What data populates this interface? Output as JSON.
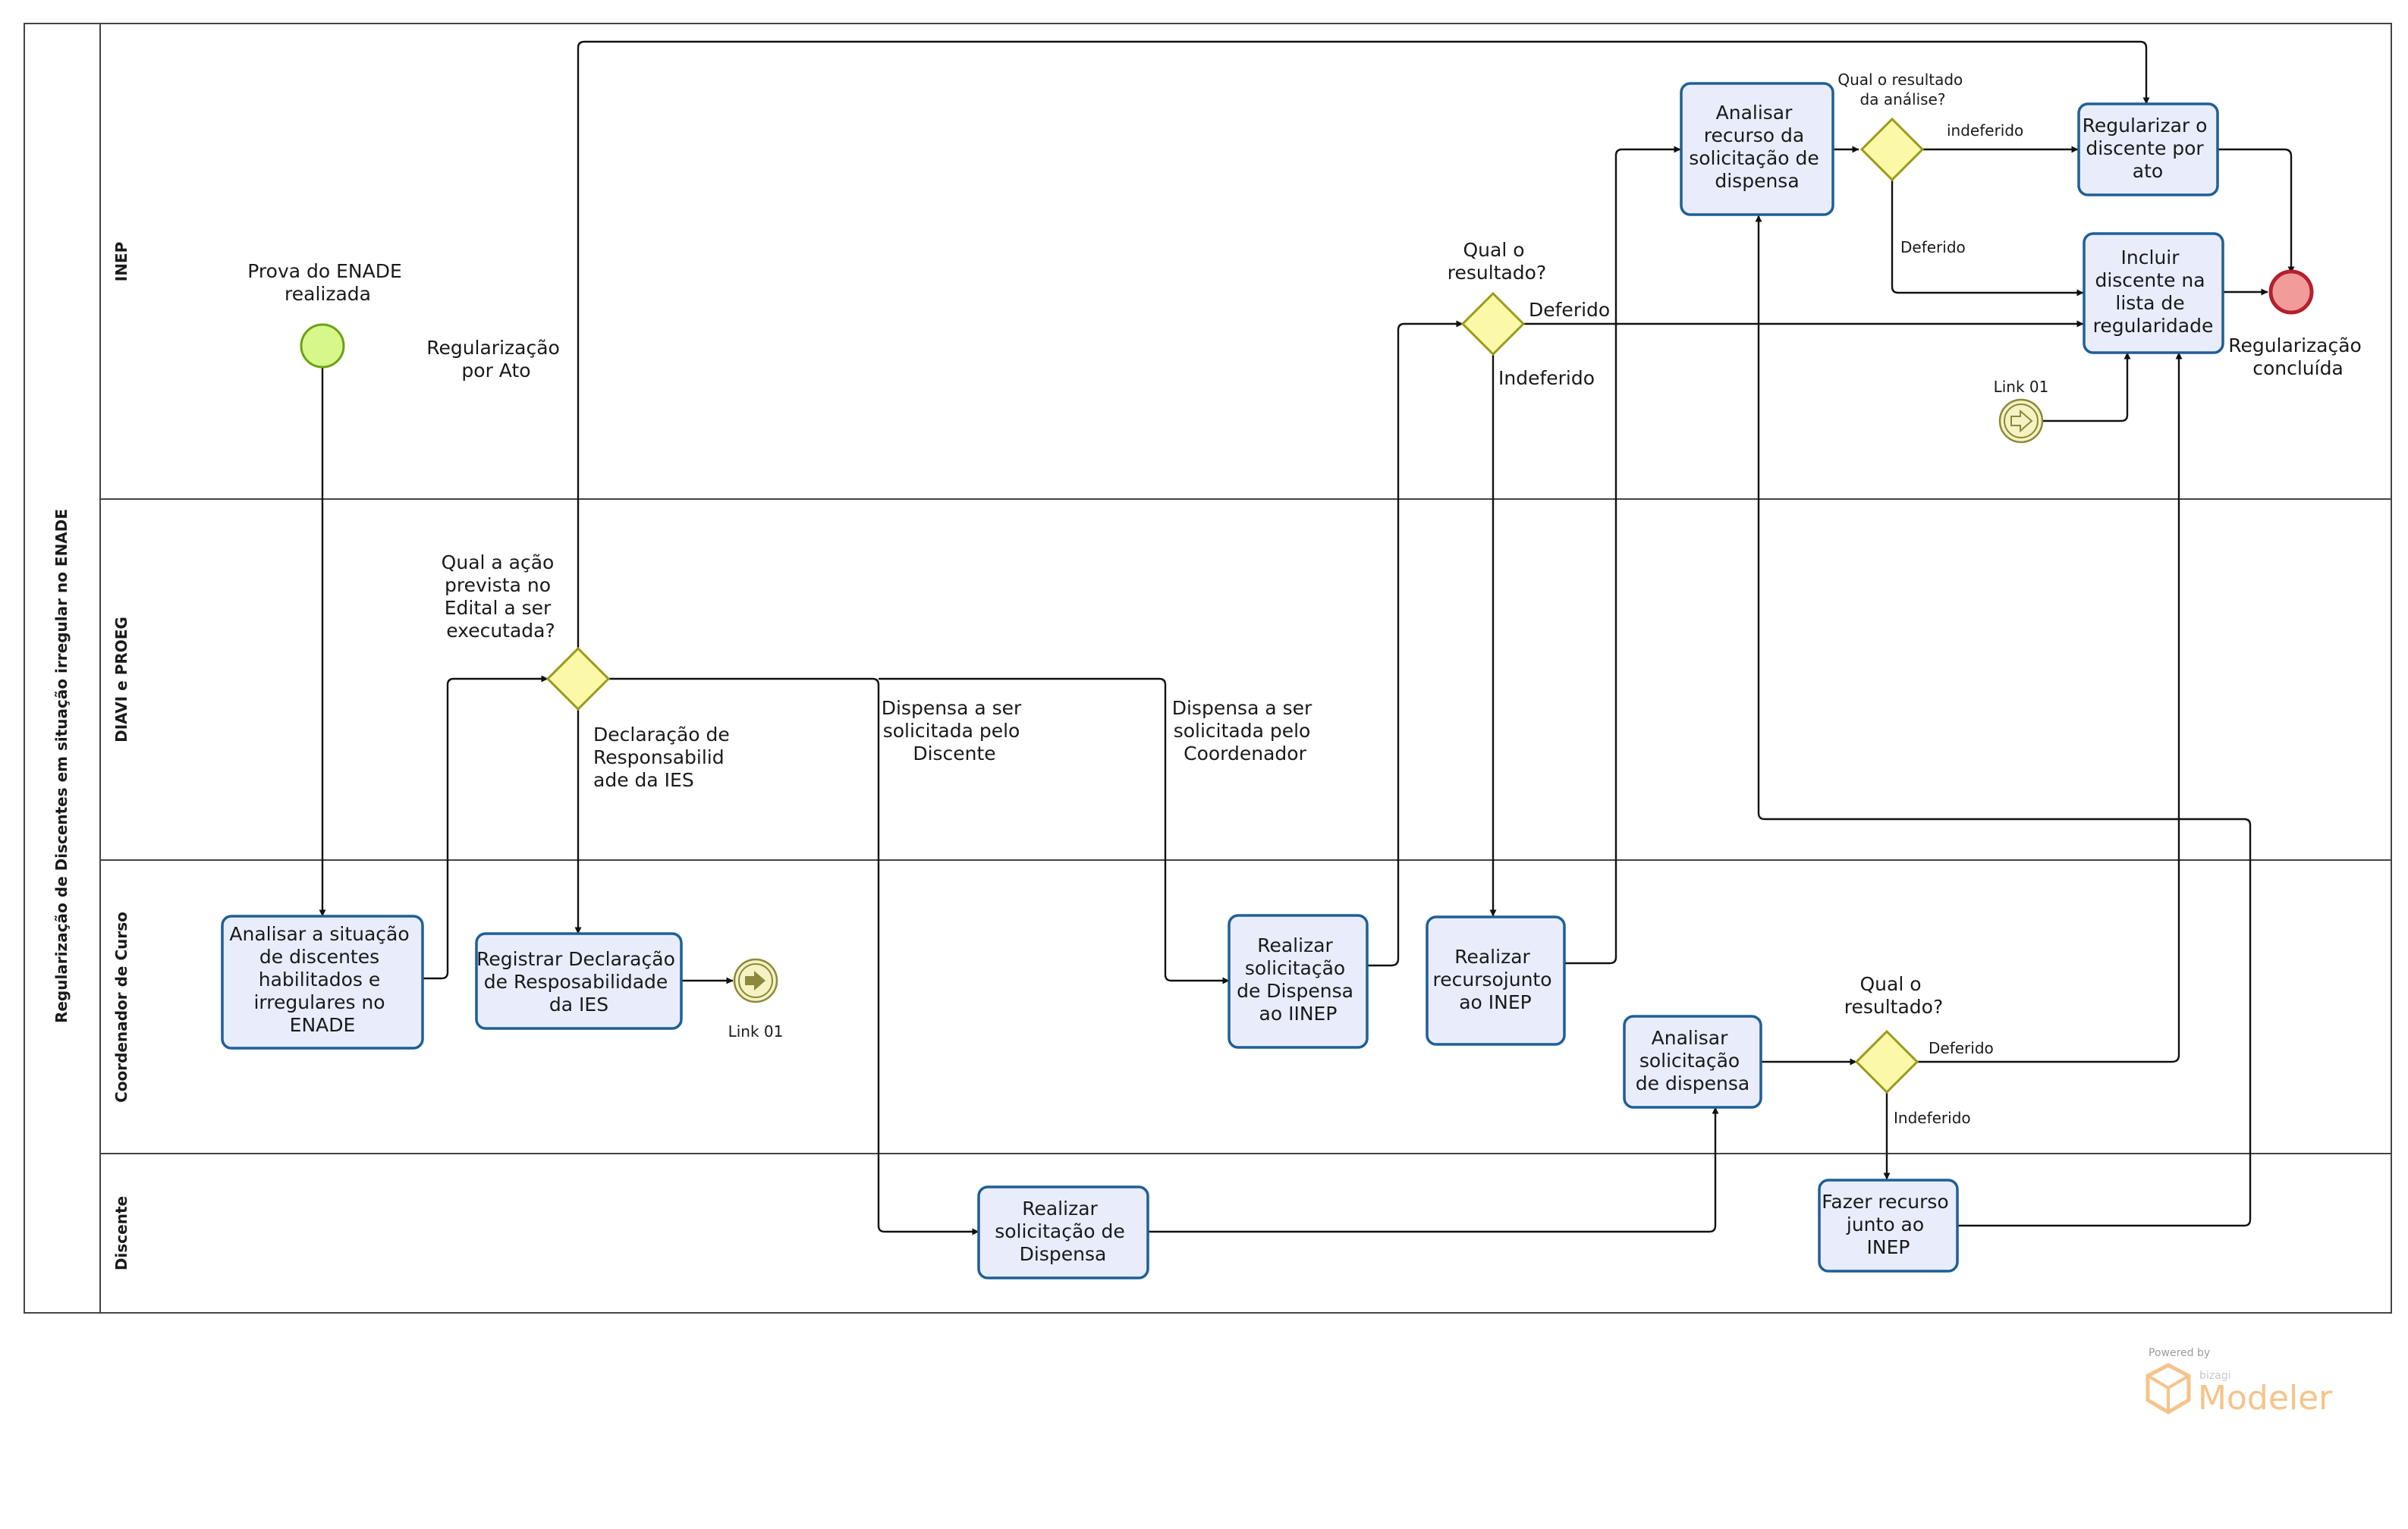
{
  "pool": {
    "title": "Regularização de Discentes em situação irregular no ENADE"
  },
  "lanes": {
    "inep": "INEP",
    "diavi": "DIAVI e PROEG",
    "coordenador": "Coordenador de Curso",
    "discente": "Discente"
  },
  "events": {
    "start": {
      "lines": [
        "Prova do ENADE",
        "realizada"
      ]
    },
    "end": {
      "lines": [
        "Regularização",
        "concluída"
      ]
    },
    "link_throw": {
      "label": "Link 01"
    },
    "link_catch": {
      "label": "Link 01"
    }
  },
  "tasks": {
    "analisar_situacao": [
      "Analisar a situação",
      "de discentes",
      "habilitados e",
      "irregulares no",
      "ENADE"
    ],
    "registrar_declaracao": [
      "Registrar Declaração",
      "de Resposabilidade",
      "da IES"
    ],
    "realizar_dispensa_coord": [
      "Realizar",
      "solicitação",
      "de Dispensa",
      "ao IINEP"
    ],
    "realizar_recurso_coord": [
      "Realizar",
      "recursojunto",
      "ao INEP"
    ],
    "analisar_solicitacao_coord": [
      "Analisar",
      "solicitação",
      "de dispensa"
    ],
    "realizar_dispensa_discente": [
      "Realizar",
      "solicitação de",
      "Dispensa"
    ],
    "fazer_recurso": [
      "Fazer recurso",
      "junto ao",
      "INEP"
    ],
    "analisar_recurso_inep": [
      "Analisar",
      "recurso da",
      "solicitação de",
      "dispensa"
    ],
    "regularizar_ato": [
      "Regularizar o",
      "discente por",
      "ato"
    ],
    "incluir_discente": [
      "Incluir",
      "discente na",
      "lista de",
      "regularidade"
    ]
  },
  "gateways": {
    "acao_edital": [
      "Qual a ação",
      "prevista no",
      "Edital a ser",
      "executada?"
    ],
    "resultado_inep": [
      "Qual o",
      "resultado?"
    ],
    "resultado_analise": [
      "Qual o resultado",
      "da análise?"
    ],
    "resultado_coord": [
      "Qual o",
      "resultado?"
    ]
  },
  "flow_labels": {
    "regularizacao_ato": [
      "Regularização",
      "por Ato"
    ],
    "declaracao": [
      "Declaração de",
      "Responsabilid",
      "ade da IES"
    ],
    "dispensa_discente": [
      "Dispensa a ser",
      "solicitada pelo",
      "Discente"
    ],
    "dispensa_coordenador": [
      "Dispensa a ser",
      "solicitada pelo",
      "Coordenador"
    ],
    "deferido_inep": "Deferido",
    "indeferido_inep": "Indeferido",
    "indeferido_analise": "indeferido",
    "deferido_analise": "Deferido",
    "deferido_coord": "Deferido",
    "indeferido_coord": "Indeferido"
  },
  "watermark": {
    "powered_by": "Powered by",
    "vendor": "bizagi",
    "product": "Modeler"
  },
  "colors": {
    "task_fill": "#e9edfb",
    "task_stroke": "#1f5f96",
    "gateway_fill": "#fbf9a7",
    "gateway_stroke": "#9a9a1e",
    "start_fill": "#d8f78a",
    "end_fill": "#f29b9b",
    "link_fill": "#f5f3c3",
    "link_stroke": "#8a8a3a"
  }
}
